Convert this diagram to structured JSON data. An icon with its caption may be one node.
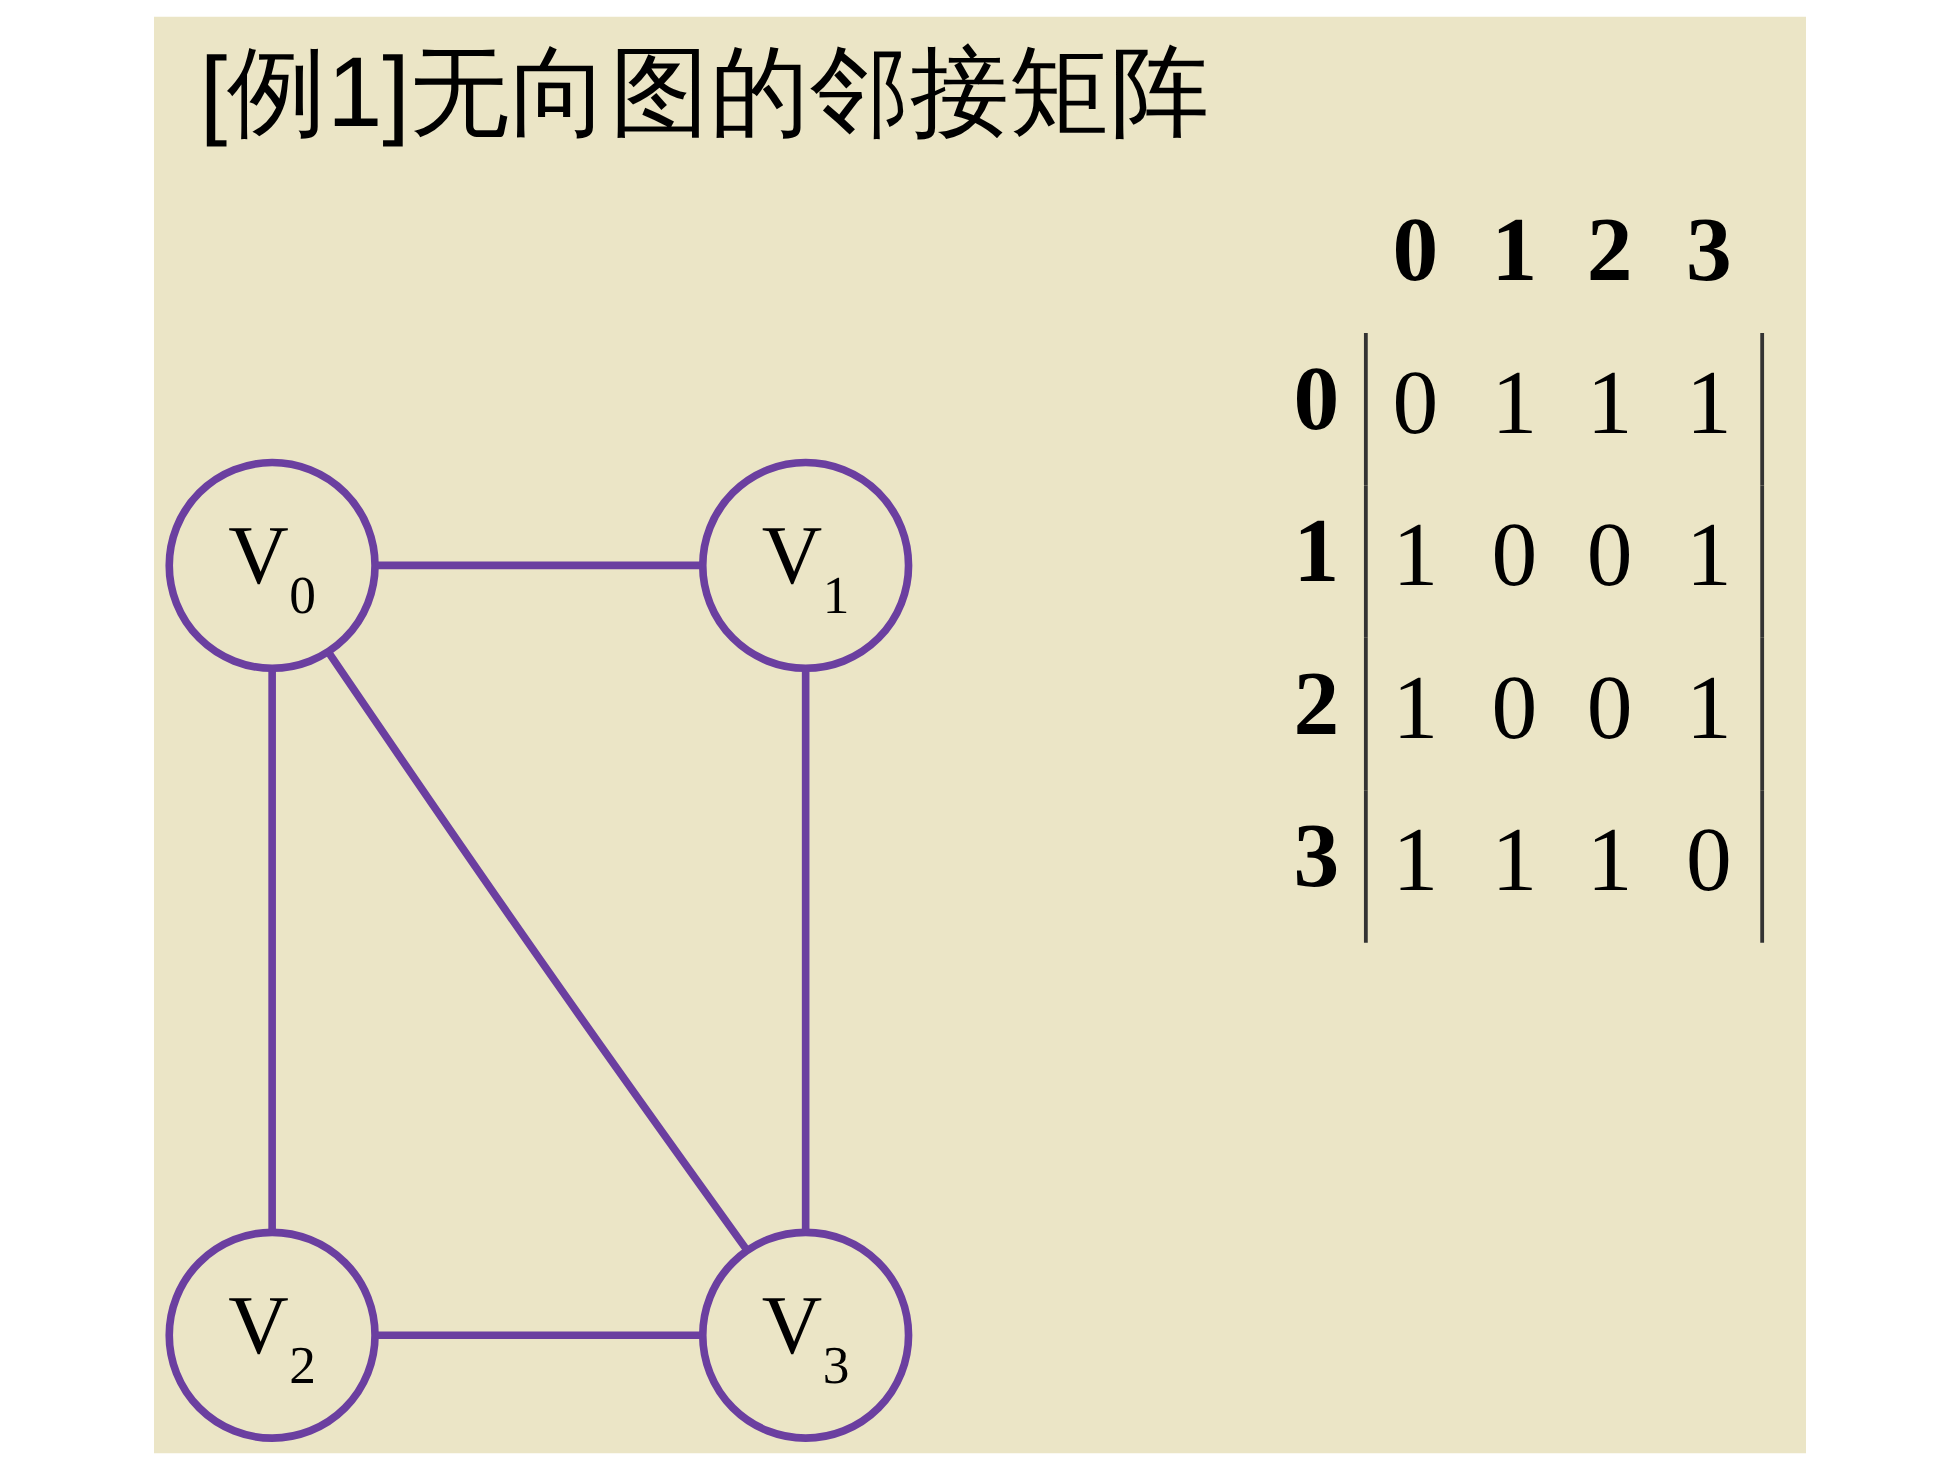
{
  "diagram": {
    "title": "[例1]无向图的邻接矩阵",
    "nodes": [
      {
        "text": [
          "V$_{0}$"
        ]
      },
      {
        "text": [
          "V$_{1}$"
        ]
      },
      {
        "text": [
          "V$_{2}$"
        ]
      },
      {
        "text": [
          "V$_{3}$"
        ]
      }
    ],
    "edges": [
      {
        "from": 0,
        "to": 1,
        "arrow": "none"
      },
      {
        "from": 0,
        "to": 2,
        "arrow": "none"
      },
      {
        "from": 0,
        "to": 3,
        "arrow": "none"
      },
      {
        "from": 1,
        "to": 3,
        "arrow": "none"
      },
      {
        "from": 2,
        "to": 3,
        "arrow": "none"
      }
    ],
    "labels": [
      "0",
      "1",
      "2",
      "3",
      "0",
      "0",
      "1",
      "1",
      "1",
      "1",
      "1",
      "0",
      "0",
      "1",
      "2",
      "1",
      "0",
      "0",
      "1",
      "3",
      "1",
      "1",
      "1",
      "0"
    ]
  }
}
